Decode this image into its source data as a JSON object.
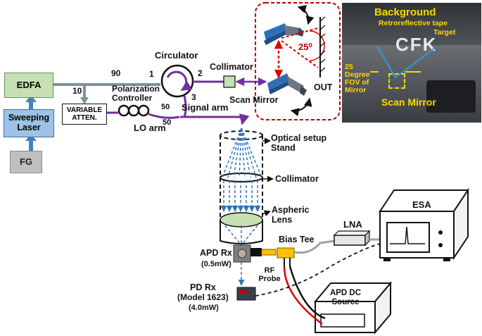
{
  "colors": {
    "edfa_fill": "#c6e0b4",
    "laser_fill": "#9dc3e6",
    "fg_fill": "#bfbfbf",
    "fiber": "#7030a0",
    "signal_ray": "#2e75b6",
    "photo_yellow": "#ffd700",
    "mirror_blue": "#2f6db5",
    "inset_border": "#c00000"
  },
  "blocks": {
    "edfa": "EDFA",
    "sweeping_laser": "Sweeping Laser",
    "fg": "FG",
    "variable_atten": "VARIABLE ATTEN.",
    "esa": "ESA",
    "lna": "LNA",
    "apd_dc_source": "APD DC Source"
  },
  "labels": {
    "split_90": "90",
    "split_10": "10",
    "circulator": "Circulator",
    "port_1": "1",
    "port_2": "2",
    "port_3": "3",
    "pol_controller": "Polarization Controller",
    "coupler_50_top": "50",
    "coupler_50_bottom": "50",
    "signal_arm": "Signal arm",
    "lo_arm": "LO arm",
    "collimator_top": "Collimator",
    "scan_mirror": "Scan Mirror",
    "angle": "25⁰",
    "out": "OUT",
    "optical_setup_stand": "Optical setup Stand",
    "collimator_side": "Collimator",
    "aspheric_lens": "Aspheric Lens",
    "apd_rx": "APD Rx",
    "apd_rx_power": "(0.5mW)",
    "rf_probe": "RF Probe",
    "bias_tee": "Bias Tee",
    "pd_rx": "PD Rx",
    "pd_model": "(Model 1623)",
    "pd_power": "(4.0mW)"
  },
  "photo": {
    "background": "Background",
    "retro_tape": "Retroreflective tape",
    "target": "Target",
    "fov": "25 Degree FOV of Mirror",
    "scan_mirror": "Scan Mirror",
    "letters": "CFK"
  }
}
